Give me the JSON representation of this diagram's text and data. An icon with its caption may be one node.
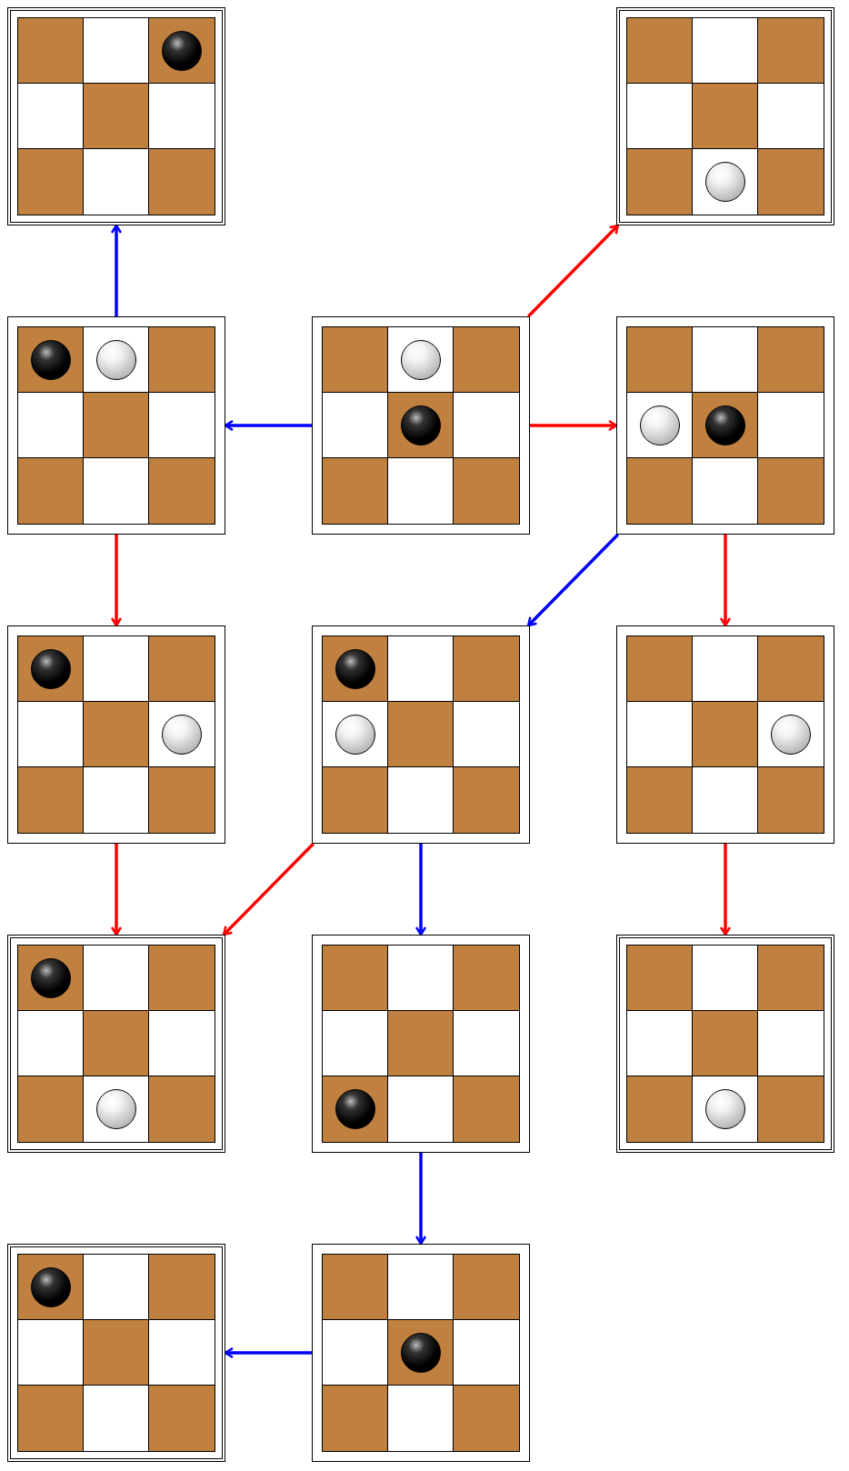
{
  "diagram": {
    "nodes": [
      {
        "text": [],
        "shape": "box"
      },
      {
        "text": [],
        "shape": "box"
      },
      {
        "text": [],
        "shape": "box"
      },
      {
        "text": [],
        "shape": "box"
      },
      {
        "text": [],
        "shape": "box"
      },
      {
        "text": [],
        "shape": "box"
      },
      {
        "text": [],
        "shape": "box"
      },
      {
        "text": [],
        "shape": "box"
      },
      {
        "text": [],
        "shape": "box"
      },
      {
        "text": [],
        "shape": "box"
      },
      {
        "text": [],
        "shape": "box"
      },
      {
        "text": [],
        "shape": "box"
      },
      {
        "text": [],
        "shape": "box"
      }
    ],
    "edges": [
      {
        "from": 3,
        "to": 2,
        "arrow": "to",
        "color": "#0000ff"
      },
      {
        "from": 3,
        "to": 1,
        "arrow": "to",
        "color": "#ff0000"
      },
      {
        "from": 3,
        "to": 4,
        "arrow": "to",
        "color": "#ff0000"
      },
      {
        "from": 2,
        "to": 0,
        "arrow": "to",
        "color": "#0000ff"
      },
      {
        "from": 2,
        "to": 5,
        "arrow": "to",
        "color": "#ff0000"
      },
      {
        "from": 4,
        "to": 6,
        "arrow": "to",
        "color": "#0000ff"
      },
      {
        "from": 4,
        "to": 7,
        "arrow": "to",
        "color": "#ff0000"
      },
      {
        "from": 5,
        "to": 8,
        "arrow": "to",
        "color": "#ff0000"
      },
      {
        "from": 6,
        "to": 8,
        "arrow": "to",
        "color": "#ff0000"
      },
      {
        "from": 6,
        "to": 9,
        "arrow": "to",
        "color": "#0000ff"
      },
      {
        "from": 7,
        "to": 10,
        "arrow": "to",
        "color": "#ff0000"
      },
      {
        "from": 9,
        "to": 12,
        "arrow": "to",
        "color": "#0000ff"
      },
      {
        "from": 12,
        "to": 11,
        "arrow": "to",
        "color": "#0000ff"
      }
    ]
  }
}
